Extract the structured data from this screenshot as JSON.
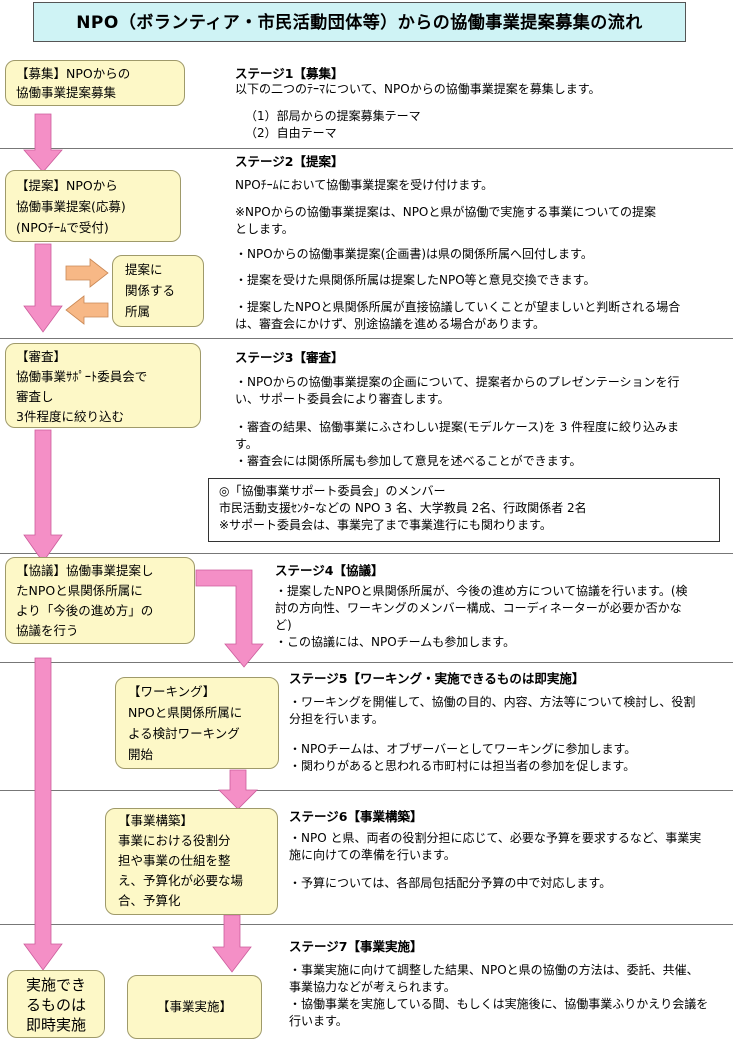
{
  "title": "NPO（ボランティア・市民活動団体等）からの協働事業提案募集の流れ",
  "colors": {
    "arrow_pink": "#f48fc6",
    "arrow_orange": "#f7b886",
    "box_fill": "#fdf8c7",
    "title_fill": "#cff3f5"
  },
  "boxes": {
    "recruit": "【募集】NPOからの\n協働事業提案募集",
    "proposal": "【提案】NPOから\n協働事業提案(応募)\n(NPOﾁｰﾑで受付)",
    "forward": "提案に\n関係する\n所属",
    "review": "【審査】\n協働事業ｻﾎﾟｰﾄ委員会で\n審査し\n3件程度に絞り込む",
    "consult": "【協議】協働事業提案し\nたNPOと県関係所属に\nより「今後の進め方」の\n協議を行う",
    "working": "【ワーキング】\nNPOと県関係所属に\nよる検討ワーキング\n開始",
    "construct": "【事業構築】\n事業における役割分\n担や事業の仕組を整\nえ、予算化が必要な場\n合、予算化",
    "immediate": "実施でき\nるものは\n即時実施",
    "implement": "【事業実施】"
  },
  "stages": [
    {
      "heading": "ステージ1【募集】",
      "paragraphs": [
        "以下の二つのﾃｰﾏについて、NPOからの協働事業提案を募集します。",
        "（1）部局からの提案募集テーマ\n（2）自由テーマ"
      ]
    },
    {
      "heading": "ステージ2【提案】",
      "paragraphs": [
        "NPOﾁｰﾑにおいて協働事業提案を受け付けます。",
        "※NPOからの協働事業提案は、NPOと県が協働で実施する事業についての提案\nとします。",
        "・NPOからの協働事業提案(企画書)は県の関係所属へ回付します。",
        "・提案を受けた県関係所属は提案したNPO等と意見交換できます。",
        "・提案したNPOと県関係所属が直接協議していくことが望ましいと判断される場合\nは、審査会にかけず、別途協議を進める場合があります。"
      ]
    },
    {
      "heading": "ステージ3【審査】",
      "paragraphs": [
        "・NPOからの協働事業提案の企画について、提案者からのプレゼンテーションを行\nい、サポート委員会により審査します。",
        "・審査の結果、協働事業にふさわしい提案(モデルケース)を 3 件程度に絞り込みま\nす。\n・審査会には関係所属も参加して意見を述べることができます。"
      ],
      "note": "◎「協働事業サポート委員会」のメンバー\n市民活動支援ｾﾝﾀｰなどの NPO 3 名、大学教員 2名、行政関係者 2名\n※サポート委員会は、事業完了まで事業進行にも関わります。"
    },
    {
      "heading": "ステージ4【協議】",
      "paragraphs": [
        "・提案したNPOと県関係所属が、今後の進め方について協議を行います。(検\n討の方向性、ワーキングのメンバー構成、コーディネーターが必要か否かな\nど)\n・この協議には、NPOチームも参加します。"
      ]
    },
    {
      "heading": "ステージ5【ワーキング・実施できるものは即実施】",
      "paragraphs": [
        "・ワーキングを開催して、協働の目的、内容、方法等について検討し、役割\n分担を行います。",
        "・NPOチームは、オブザーバーとしてワーキングに参加します。\n・関わりがあると思われる市町村には担当者の参加を促します。"
      ]
    },
    {
      "heading": "ステージ6【事業構築】",
      "paragraphs": [
        "・NPO と県、両者の役割分担に応じて、必要な予算を要求するなど、事業実\n施に向けての準備を行います。",
        "・予算については、各部局包括配分予算の中で対応します。"
      ]
    },
    {
      "heading": "ステージ7【事業実施】",
      "paragraphs": [
        "・事業実施に向けて調整した結果、NPOと県の協働の方法は、委託、共催、\n事業協力などが考えられます。\n・協働事業を実施している間、もしくは実施後に、協働事業ふりかえり会議を\n行います。"
      ]
    }
  ]
}
